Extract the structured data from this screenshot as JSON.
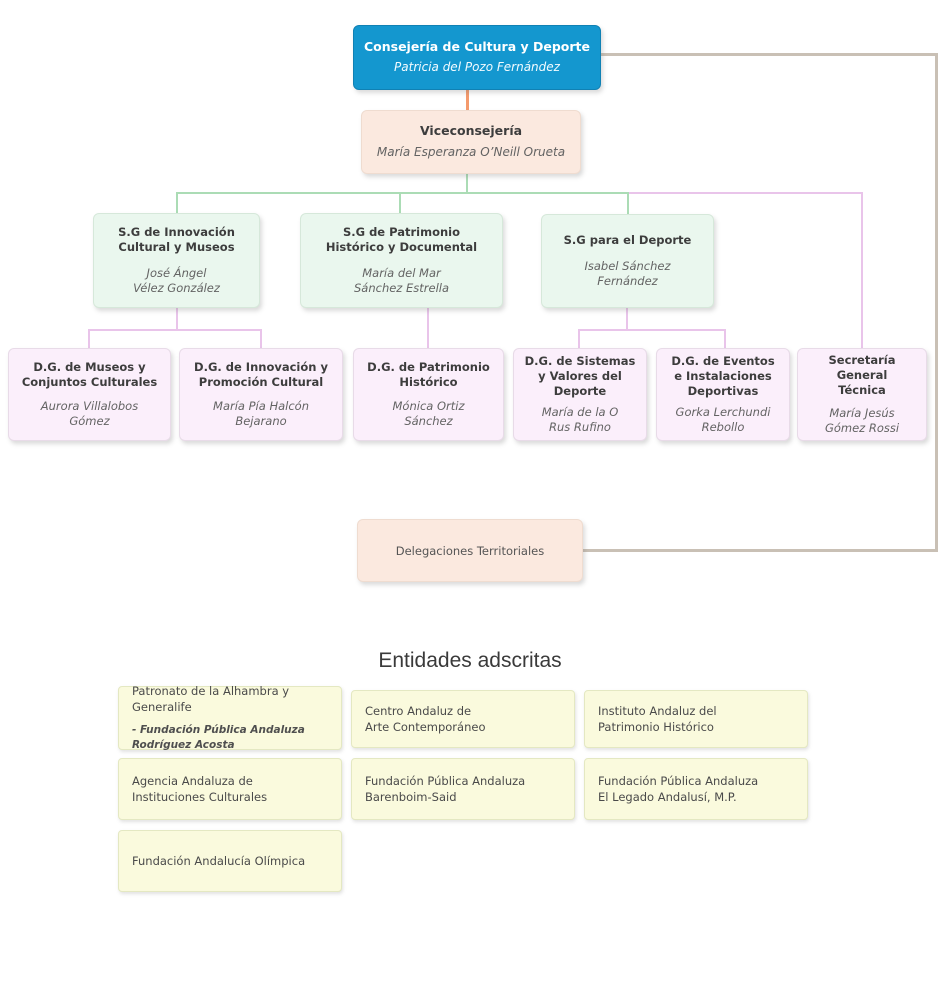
{
  "org": {
    "root": {
      "title": "Consejería de Cultura y Deporte",
      "name": "Patricia del Pozo Fernández"
    },
    "vice": {
      "title": "Viceconsejería",
      "name": "María Esperanza O’Neill Orueta"
    },
    "level3": [
      {
        "title": "S.G de Innovación\nCultural y Museos",
        "name": "José Ángel\nVélez González"
      },
      {
        "title": "S.G de Patrimonio\nHistórico y Documental",
        "name": "María del Mar\nSánchez Estrella"
      },
      {
        "title": "S.G para el Deporte",
        "name": "Isabel Sánchez\nFernández"
      }
    ],
    "level4": [
      {
        "title": "D.G. de Museos y\nConjuntos Culturales",
        "name": "Aurora Villalobos\nGómez"
      },
      {
        "title": "D.G. de Innovación y\nPromoción Cultural",
        "name": "María Pía Halcón\nBejarano"
      },
      {
        "title": "D.G. de Patrimonio\nHistórico",
        "name": "Mónica Ortiz\nSánchez"
      },
      {
        "title": "D.G. de Sistemas\ny Valores del\nDeporte",
        "name": "María de la O\nRus Rufino"
      },
      {
        "title": "D.G. de Eventos\ne Instalaciones\nDeportivas",
        "name": "Gorka Lerchundi\nRebollo"
      },
      {
        "title": "Secretaría General\nTécnica",
        "name": "María Jesús\nGómez Rossi"
      }
    ],
    "delegaciones": {
      "title": "Delegaciones Territoriales"
    }
  },
  "entities": {
    "heading": "Entidades adscritas",
    "items": [
      {
        "title": "Patronato de la Alhambra y Generalife",
        "subtitle": "- Fundación Pública Andaluza\nRodríguez Acosta"
      },
      {
        "title": "Centro Andaluz de\nArte Contemporáneo"
      },
      {
        "title": "Instituto Andaluz del\nPatrimonio Histórico"
      },
      {
        "title": "Agencia Andaluza de\nInstituciones Culturales"
      },
      {
        "title": "Fundación Pública Andaluza\nBarenboim-Said"
      },
      {
        "title": "Fundación Pública Andaluza\nEl Legado Andalusí, M.P."
      },
      {
        "title": "Fundación Andalucía Olímpica"
      }
    ]
  },
  "colors": {
    "consejeria_fill": "#1497cf",
    "peach_fill": "#fbe9df",
    "green_fill": "#eaf7ee",
    "purple_fill": "#fbeffb",
    "entity_fill": "#fafadd",
    "connector_orange": "#f49a6c",
    "connector_green": "#abdcb5",
    "connector_purple": "#e9c4ea",
    "connector_gray": "#c9c0b5"
  }
}
